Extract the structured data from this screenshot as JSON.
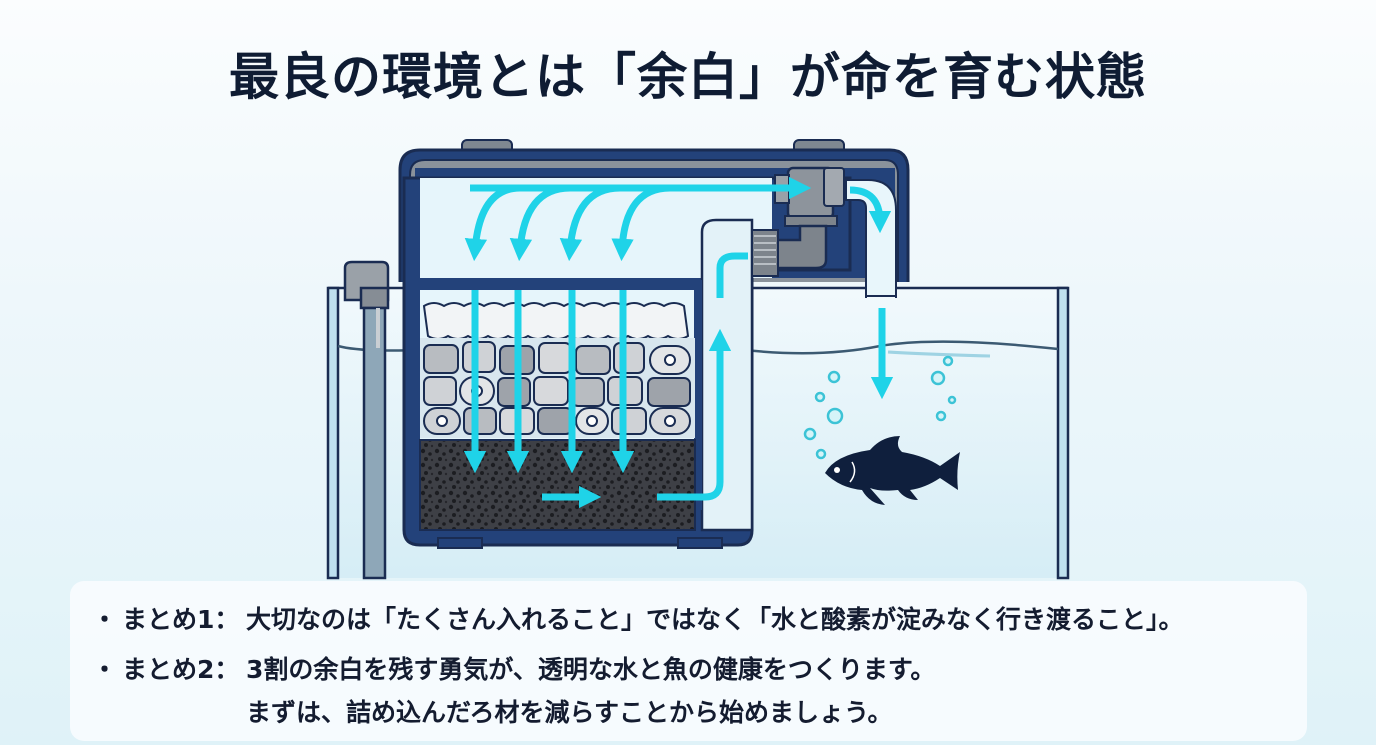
{
  "title": "最良の環境とは「余白」が命を育む状態",
  "diagram": {
    "description": "Overflow filter box on aquarium with flow arrows through filter media",
    "layers": [
      "filter-wool",
      "ceramic-ring-media",
      "porous-bio-media"
    ],
    "elements": [
      "filter-box",
      "lid",
      "pipe-elbow",
      "intake-pipe",
      "aquarium-tank",
      "water-surface",
      "fish",
      "bubbles",
      "flow-arrows"
    ],
    "colors": {
      "outline": "#1a2c52",
      "frame": "#23427a",
      "arrow": "#1fd3e8",
      "water": "#e3f4fa",
      "pipe": "#8d949c",
      "wool": "#f2f4f6",
      "rings": "#c9ccd0",
      "substrate": "#3b3d42",
      "fish": "#0f1f3d"
    }
  },
  "summary": {
    "items": [
      {
        "bullet": "・",
        "label": "まとめ1：",
        "lines": [
          "大切なのは「たくさん入れること」ではなく「水と酸素が淀みなく行き渡ること」。"
        ]
      },
      {
        "bullet": "・",
        "label": "まとめ2：",
        "lines": [
          "3割の余白を残す勇気が、透明な水と魚の健康をつくります。",
          "まずは、詰め込んだろ材を減らすことから始めましょう。"
        ]
      }
    ]
  }
}
